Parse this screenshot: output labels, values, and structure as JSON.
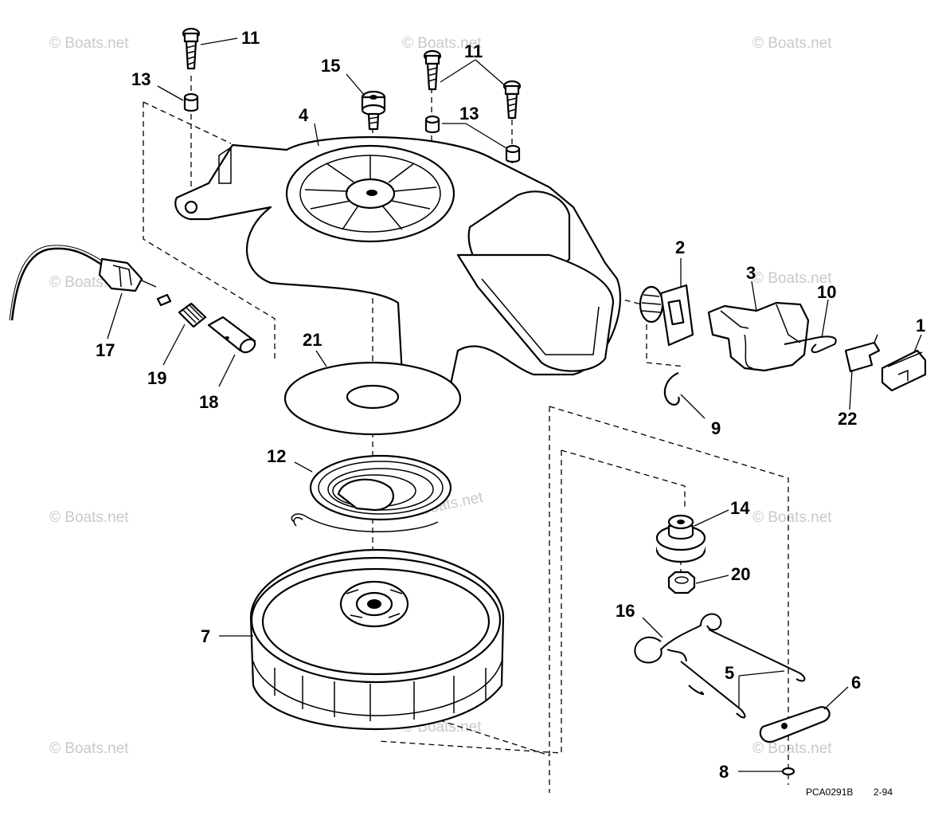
{
  "diagram": {
    "drawing_code": "PCA0291B",
    "drawing_date": "2-94",
    "watermark_text": "© Boats.net",
    "callouts": [
      {
        "id": "c1",
        "label": "1"
      },
      {
        "id": "c2",
        "label": "2"
      },
      {
        "id": "c3",
        "label": "3"
      },
      {
        "id": "c4",
        "label": "4"
      },
      {
        "id": "c5",
        "label": "5"
      },
      {
        "id": "c6",
        "label": "6"
      },
      {
        "id": "c7",
        "label": "7"
      },
      {
        "id": "c8",
        "label": "8"
      },
      {
        "id": "c9",
        "label": "9"
      },
      {
        "id": "c10",
        "label": "10"
      },
      {
        "id": "c11a",
        "label": "11"
      },
      {
        "id": "c11b",
        "label": "11"
      },
      {
        "id": "c12",
        "label": "12"
      },
      {
        "id": "c13a",
        "label": "13"
      },
      {
        "id": "c13b",
        "label": "13"
      },
      {
        "id": "c14",
        "label": "14"
      },
      {
        "id": "c15",
        "label": "15"
      },
      {
        "id": "c16",
        "label": "16"
      },
      {
        "id": "c17",
        "label": "17"
      },
      {
        "id": "c18",
        "label": "18"
      },
      {
        "id": "c19",
        "label": "19"
      },
      {
        "id": "c20",
        "label": "20"
      },
      {
        "id": "c21",
        "label": "21"
      },
      {
        "id": "c22",
        "label": "22"
      }
    ]
  }
}
